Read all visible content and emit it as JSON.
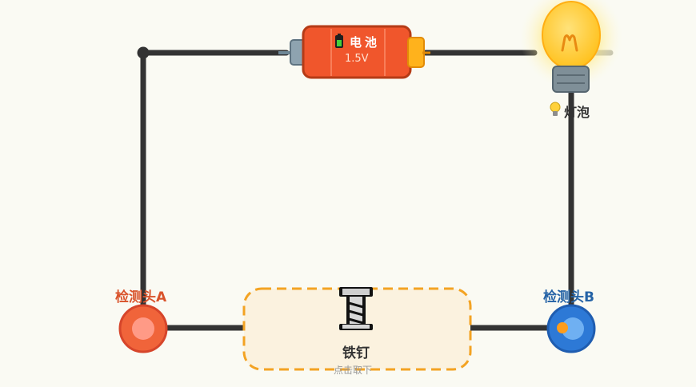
{
  "battery": {
    "title": "电池",
    "voltage": "1.5V",
    "icon": "battery-icon"
  },
  "bulb": {
    "label": "灯泡",
    "icon": "lightbulb-icon",
    "state": "lit"
  },
  "probe_a": {
    "label": "检测头A",
    "color": "#f0643a"
  },
  "probe_b": {
    "label": "检测头B",
    "color": "#2d79d6"
  },
  "material": {
    "name": "铁钉",
    "hint": "点击取下",
    "icon": "nail-icon"
  },
  "colors": {
    "wire": "#333333",
    "battery": "#f0562c",
    "highlight_border": "#f3a323",
    "glow": "#ffe066"
  }
}
